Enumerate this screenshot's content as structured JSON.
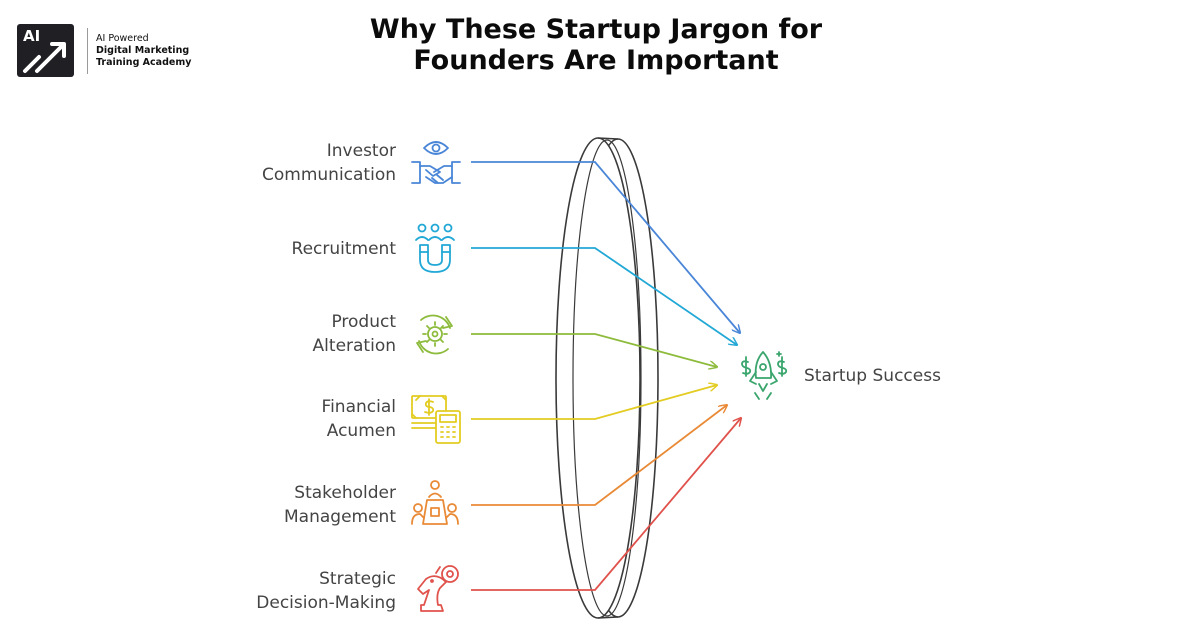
{
  "logo": {
    "mark": "AI",
    "line1": "AI Powered",
    "line2": "Digital Marketing",
    "line3": "Training Academy"
  },
  "title": {
    "line1": "Why These Startup Jargon for",
    "line2": "Founders Are Important"
  },
  "items": [
    {
      "line1": "Investor",
      "line2": "Communication",
      "icon": "handshake-eye-icon",
      "color": "#4a86d8"
    },
    {
      "line1": "Recruitment",
      "line2": "",
      "icon": "magnet-people-icon",
      "color": "#22a8d6"
    },
    {
      "line1": "Product",
      "line2": "Alteration",
      "icon": "gear-cycle-icon",
      "color": "#8dbb3c"
    },
    {
      "line1": "Financial",
      "line2": "Acumen",
      "icon": "money-calculator-icon",
      "color": "#e3cc21"
    },
    {
      "line1": "Stakeholder",
      "line2": "Management",
      "icon": "meeting-people-icon",
      "color": "#e98a36"
    },
    {
      "line1": "Strategic",
      "line2": "Decision-Making",
      "icon": "chess-knight-icon",
      "color": "#e0524c"
    }
  ],
  "target": {
    "label": "Startup Success",
    "icon": "rocket-icon",
    "color": "#3aa56d"
  },
  "lens_color": "#3a3a3a"
}
